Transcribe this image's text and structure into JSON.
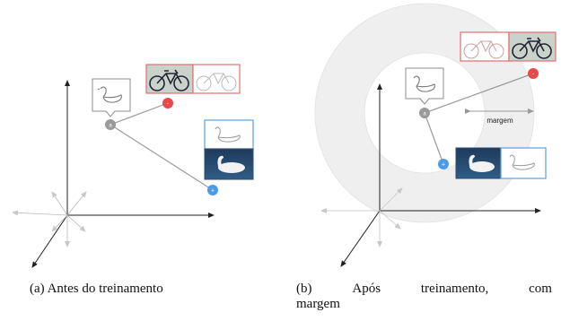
{
  "panels": [
    {
      "id": "a",
      "caption_prefix": "(a)",
      "caption": "Antes do treinamento",
      "anchor_mark": "a",
      "positive_mark": "+",
      "negative_mark": "-"
    },
    {
      "id": "b",
      "caption_prefix": "(b)",
      "caption_words": [
        "Após",
        "treinamento,",
        "com"
      ],
      "caption_line2": "margem",
      "anchor_mark": "a",
      "positive_mark": "+",
      "negative_mark": "-",
      "margin_label": "margem"
    }
  ],
  "colors": {
    "anchor": "#9a9a9a",
    "positive": "#4a9ce8",
    "negative": "#e84a4a",
    "positive_frame": "#5a9fe0",
    "negative_frame": "#e07070",
    "margin_disc": "#efefef"
  },
  "icons": [
    "swan-sketch-icon",
    "bicycle-photo-icon",
    "bicycle-sketch-icon",
    "swan-photo-icon"
  ]
}
